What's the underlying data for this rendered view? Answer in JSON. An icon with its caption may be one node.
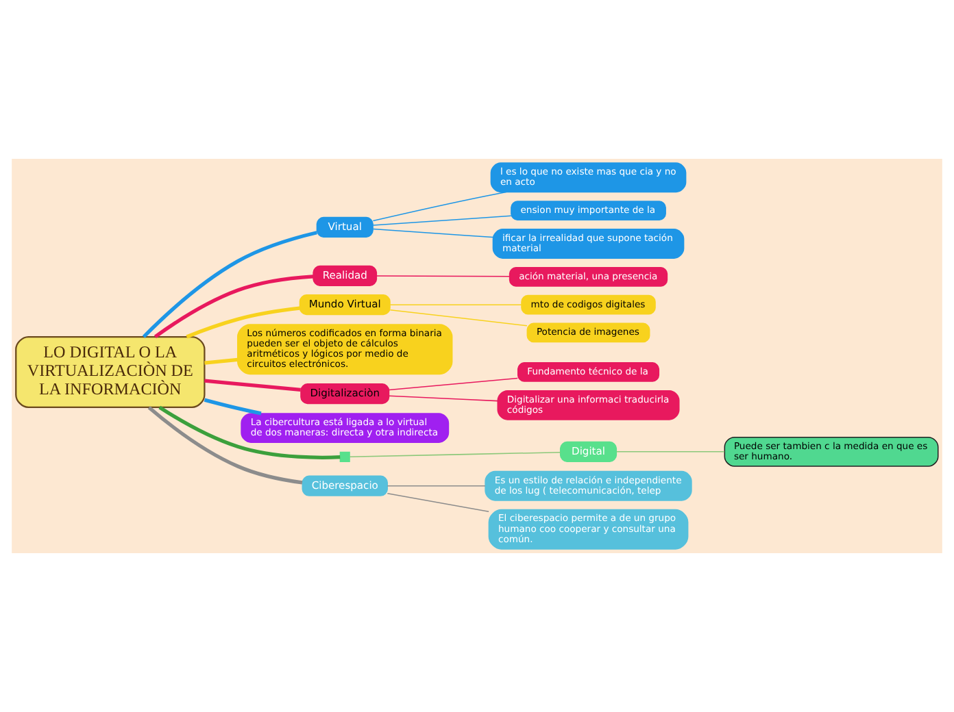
{
  "diagram": {
    "nodes": [
      {
        "text": [
          "LO DIGITAL O LA VIRTUALIZACIÒN DE LA INFORMACIÒN"
        ]
      },
      {
        "text": [
          "Virtual"
        ]
      },
      {
        "text": [
          "l es lo que no existe mas que cia y no en acto"
        ]
      },
      {
        "text": [
          "ension muy importante de la"
        ]
      },
      {
        "text": [
          "ificar la irrealidad que supone tación material"
        ]
      },
      {
        "text": [
          "Realidad"
        ]
      },
      {
        "text": [
          "ación material, una presencia"
        ]
      },
      {
        "text": [
          "Mundo Virtual"
        ]
      },
      {
        "text": [
          "mto de codigos digitales"
        ]
      },
      {
        "text": [
          "Potencia de imagenes"
        ]
      },
      {
        "text": [
          "Los números codificados en forma binaria pueden ser el objeto de cálculos aritméticos y lógicos por medio de circuitos electrónicos."
        ]
      },
      {
        "text": [
          "Digitalizaciòn"
        ]
      },
      {
        "text": [
          "Fundamento técnico de la"
        ]
      },
      {
        "text": [
          "Digitalizar una informaci traducirla códigos"
        ]
      },
      {
        "text": [
          "La cibercultura está ligada a lo virtual de dos maneras: directa y otra indirecta"
        ]
      },
      {
        "text": [],
        "shape": "box"
      },
      {
        "text": [
          "Digital"
        ]
      },
      {
        "text": [
          "Puede ser tambien c la medida en que es ser humano."
        ]
      },
      {
        "text": [
          "Ciberespacio"
        ]
      },
      {
        "text": [
          "Es un estilo de relación e independiente de los lug ( telecomunicación, telep"
        ]
      },
      {
        "text": [
          "El ciberespacio permite a de un grupo humano coo cooperar y consultar una común."
        ]
      }
    ],
    "edges": [
      {
        "from": 0,
        "to": 1,
        "arrow": "none",
        "style": "thick",
        "color": "#1e96e6"
      },
      {
        "from": 1,
        "to": 2,
        "arrow": "none",
        "color": "#1e96e6"
      },
      {
        "from": 1,
        "to": 3,
        "arrow": "none",
        "color": "#1e96e6"
      },
      {
        "from": 1,
        "to": 4,
        "arrow": "none",
        "color": "#1e96e6"
      },
      {
        "from": 0,
        "to": 5,
        "arrow": "none",
        "style": "thick",
        "color": "#e8195e"
      },
      {
        "from": 5,
        "to": 6,
        "arrow": "none",
        "color": "#e8195e"
      },
      {
        "from": 0,
        "to": 7,
        "arrow": "none",
        "style": "thick",
        "color": "#f8d21e"
      },
      {
        "from": 7,
        "to": 8,
        "arrow": "none",
        "color": "#f8d21e"
      },
      {
        "from": 7,
        "to": 9,
        "arrow": "none",
        "color": "#f8d21e"
      },
      {
        "from": 0,
        "to": 10,
        "arrow": "none",
        "style": "thick",
        "color": "#f8d21e"
      },
      {
        "from": 0,
        "to": 11,
        "arrow": "none",
        "style": "thick",
        "color": "#e8195e"
      },
      {
        "from": 11,
        "to": 12,
        "arrow": "none",
        "color": "#e8195e"
      },
      {
        "from": 11,
        "to": 13,
        "arrow": "none",
        "color": "#e8195e"
      },
      {
        "from": 0,
        "to": 14,
        "arrow": "none",
        "style": "thick",
        "color": "#1e96e6"
      },
      {
        "from": 0,
        "to": 15,
        "arrow": "none",
        "style": "thick",
        "color": "#3ca03c"
      },
      {
        "from": 15,
        "to": 16,
        "arrow": "none",
        "color": "#8cc87a"
      },
      {
        "from": 16,
        "to": 17,
        "arrow": "none",
        "color": "#8cc87a"
      },
      {
        "from": 0,
        "to": 18,
        "arrow": "none",
        "style": "thick",
        "color": "#8c8c8c"
      },
      {
        "from": 18,
        "to": 19,
        "arrow": "none",
        "color": "#8c8c8c"
      },
      {
        "from": 18,
        "to": 20,
        "arrow": "none",
        "color": "#8c8c8c"
      }
    ]
  }
}
